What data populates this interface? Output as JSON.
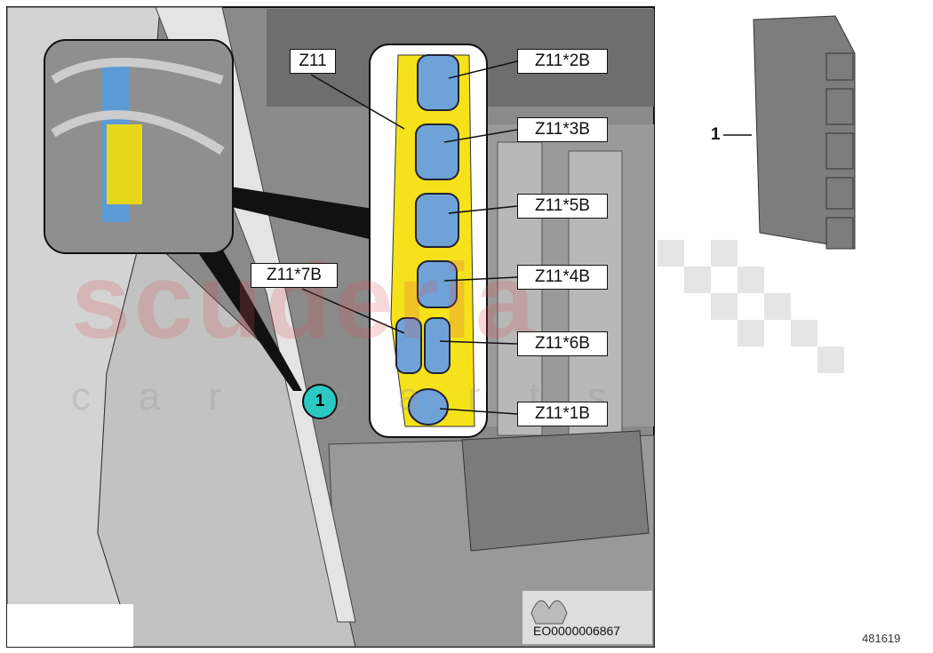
{
  "diagram": {
    "drawing_code": "EO0000006867",
    "part_number": "481619",
    "callout_label": "1",
    "position_badge": "1",
    "labels": {
      "z11": "Z11",
      "z11_2b": "Z11*2B",
      "z11_3b": "Z11*3B",
      "z11_5b": "Z11*5B",
      "z11_4b": "Z11*4B",
      "z11_7b": "Z11*7B",
      "z11_6b": "Z11*6B",
      "z11_1b": "Z11*1B"
    },
    "watermark": {
      "line1": "scuderia",
      "line2": "car parts"
    },
    "colors": {
      "connector_strip": "#f5e21a",
      "connector": "#6fa3d8",
      "badge": "#2cc9c4"
    }
  }
}
